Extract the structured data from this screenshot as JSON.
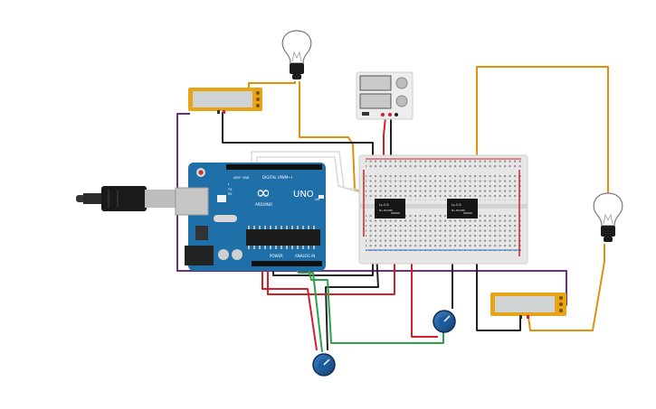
{
  "arduino": {
    "logo_text": "∞",
    "board_name": "UNO",
    "brand_name": "ARDUINO",
    "digital_label": "DIGITAL (PWM~)",
    "power_label": "POWER",
    "analog_label": "ANALOG IN",
    "aref_label": "AREF",
    "gnd_label": "GND",
    "tx_label": "TX",
    "rx_label": "RX",
    "on_label": "ON",
    "l_label": "L"
  },
  "relay": {
    "label_line1": "Ly-5-8",
    "label_line2": "No NO/NC"
  },
  "colors": {
    "wire_orange": "#e0900a",
    "wire_purple": "#6b2d86",
    "wire_red": "#d0202a",
    "wire_black": "#222222",
    "wire_green": "#2fa04a",
    "board_blue": "#1f6fa8",
    "lcd_frame": "#e8a417",
    "pot_blue": "#1c5c9e"
  },
  "icons": {
    "bulb": "lightbulb-icon",
    "potentiometer": "knob-icon",
    "usb": "usb-plug-icon",
    "supply": "power-supply-icon"
  }
}
